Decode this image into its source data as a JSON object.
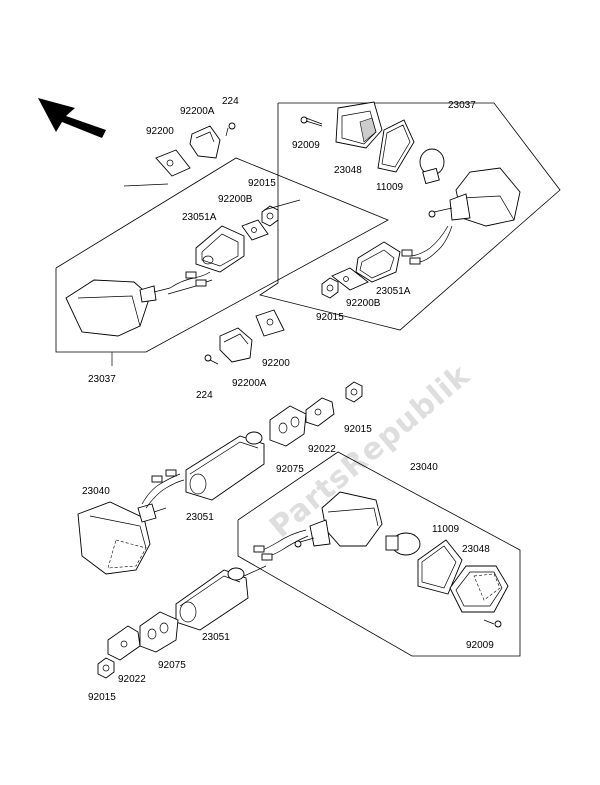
{
  "watermark": "PartsRepublik",
  "labels": {
    "l224_top": "224",
    "l92200A_top": "92200A",
    "l92200_top": "92200",
    "l92015_top": "92015",
    "l92200B_top": "92200B",
    "l23051A_top": "23051A",
    "l23037_left": "23037",
    "l23037_right": "23037",
    "l92009_top": "92009",
    "l23048_top": "23048",
    "l11009_top": "11009",
    "l23051A_right": "23051A",
    "l92015_mid": "92015",
    "l92200B_mid": "92200B",
    "l92200_mid": "92200",
    "l92200A_mid": "92200A",
    "l224_mid": "224",
    "l92075_mid": "92075",
    "l92022_mid": "92022",
    "l92015_mid2": "92015",
    "l23040_left": "23040",
    "l23040_right": "23040",
    "l23051_left": "23051",
    "l11009_bot": "11009",
    "l23048_bot": "23048",
    "l23051_bot": "23051",
    "l92075_bot": "92075",
    "l92022_bot": "92022",
    "l92015_bot": "92015",
    "l92009_bot": "92009"
  }
}
